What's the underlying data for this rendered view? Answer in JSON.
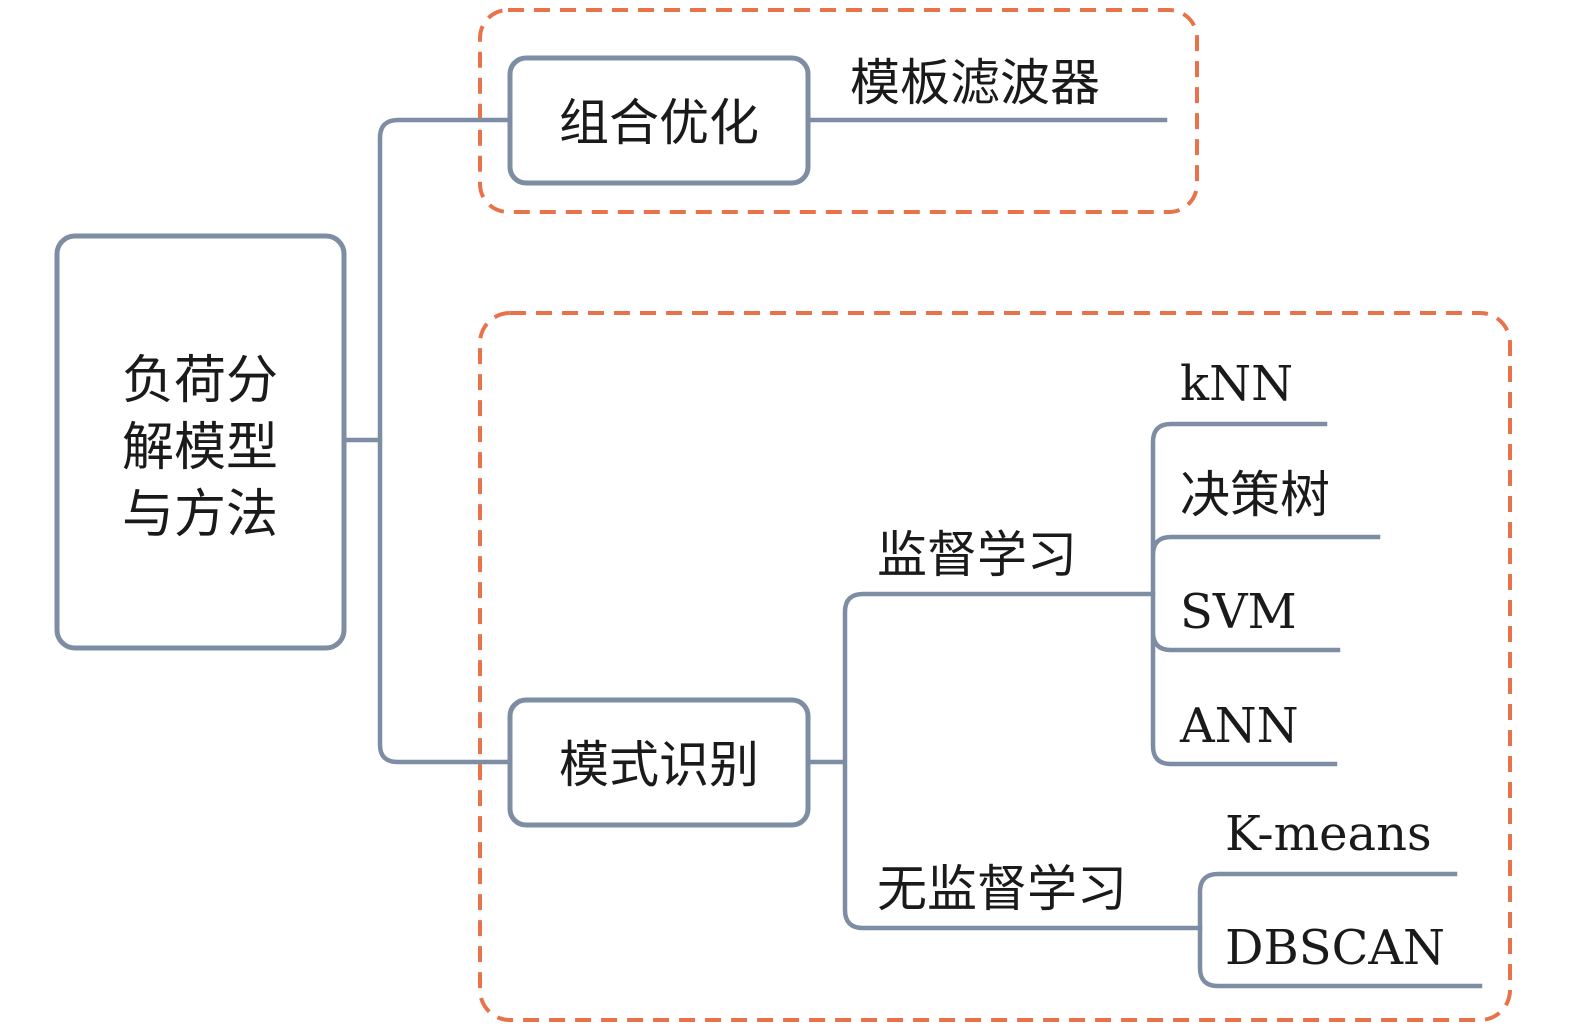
{
  "diagram": {
    "root": {
      "lines": [
        "负荷分",
        "解模型",
        "与方法"
      ]
    },
    "combinatorial_optimization": {
      "label": "组合优化",
      "children": [
        "模板滤波器"
      ]
    },
    "pattern_recognition": {
      "label": "模式识别",
      "supervised": {
        "label": "监督学习",
        "children": [
          "kNN",
          "决策树",
          "SVM",
          "ANN"
        ]
      },
      "unsupervised": {
        "label": "无监督学习",
        "children": [
          "K-means",
          "DBSCAN"
        ]
      }
    }
  },
  "colors": {
    "box_stroke": "#7d8da3",
    "connector": "#7d8da3",
    "group_frame": "#e8734a",
    "text": "#1a1a1a"
  }
}
